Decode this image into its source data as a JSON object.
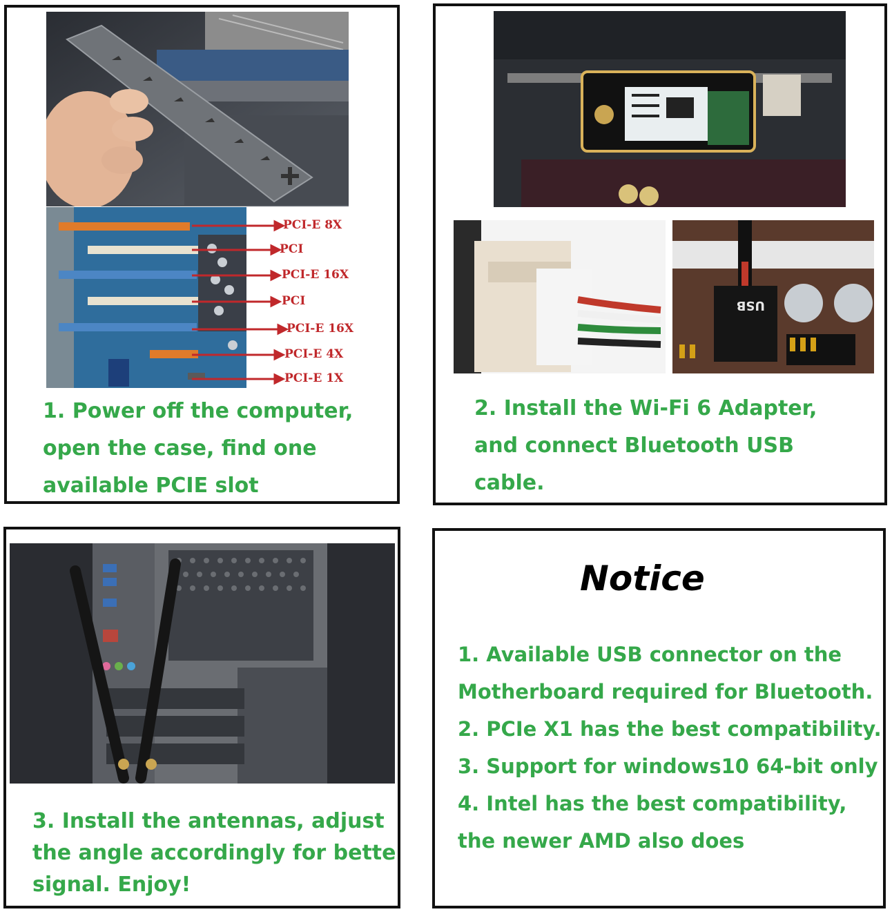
{
  "panels": {
    "step1": {
      "lines": [
        "1. Power off the computer,",
        "open the case, find one",
        "available PCIE slot"
      ]
    },
    "step2": {
      "lines": [
        "2. Install the Wi-Fi 6 Adapter,",
        "and connect Bluetooth USB",
        "cable."
      ]
    },
    "step3": {
      "lines": [
        "3. Install the antennas, adjust",
        "the angle accordingly for better",
        "signal. Enjoy!"
      ]
    },
    "notice": {
      "title": "Notice",
      "items": [
        "1. Available USB connector on the",
        "Motherboard required for Bluetooth.",
        "2. PCIe X1 has the best compatibility.",
        "3. Support for windows10 64-bit only",
        "4. Intel has the best compatibility,",
        "the newer AMD also does"
      ]
    }
  },
  "slot_labels": [
    "PCI-E 8X",
    "PCI",
    "PCI-E 16X",
    "PCI",
    "PCI-E 16X",
    "PCI-E 4X",
    "PCI-E 1X"
  ],
  "board_texts": {
    "usb_header": "USB"
  },
  "colors": {
    "accent_green": "#35a84a",
    "label_red": "#c0282b",
    "border": "#111111"
  }
}
